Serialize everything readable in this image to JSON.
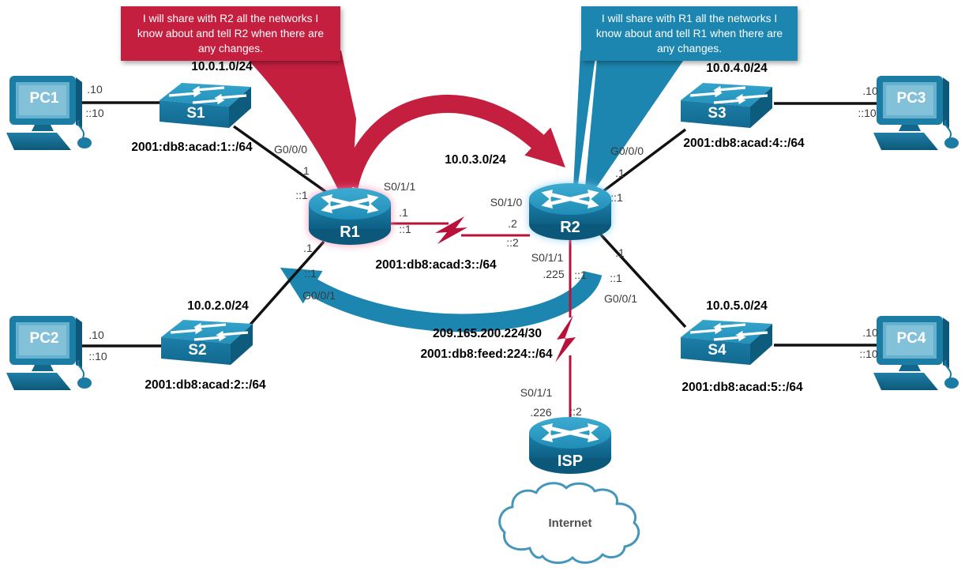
{
  "callouts": {
    "left": {
      "text": "I will share with R2 all the networks I know about and tell R2 when there are any changes.",
      "color": "#c41f3f"
    },
    "right": {
      "text": "I will share with R1 all the networks I know about and tell R1 when there are any changes.",
      "color": "#1d86b0"
    }
  },
  "devices": {
    "pc1": {
      "label": "PC1",
      "type": "pc"
    },
    "pc2": {
      "label": "PC2",
      "type": "pc"
    },
    "pc3": {
      "label": "PC3",
      "type": "pc"
    },
    "pc4": {
      "label": "PC4",
      "type": "pc"
    },
    "s1": {
      "label": "S1",
      "type": "switch"
    },
    "s2": {
      "label": "S2",
      "type": "switch"
    },
    "s3": {
      "label": "S3",
      "type": "switch"
    },
    "s4": {
      "label": "S4",
      "type": "switch"
    },
    "r1": {
      "label": "R1",
      "type": "router"
    },
    "r2": {
      "label": "R2",
      "type": "router"
    },
    "isp": {
      "label": "ISP",
      "type": "router"
    },
    "internet": {
      "label": "Internet",
      "type": "cloud"
    }
  },
  "networks": {
    "lan1": {
      "ipv4": "10.0.1.0/24",
      "ipv6": "2001:db8:acad:1::/64"
    },
    "lan2": {
      "ipv4": "10.0.2.0/24",
      "ipv6": "2001:db8:acad:2::/64"
    },
    "wan_r1_r2": {
      "ipv4": "10.0.3.0/24",
      "ipv6": "2001:db8:acad:3::/64"
    },
    "lan4": {
      "ipv4": "10.0.4.0/24",
      "ipv6": "2001:db8:acad:4::/64"
    },
    "lan5": {
      "ipv4": "10.0.5.0/24",
      "ipv6": "2001:db8:acad:5::/64"
    },
    "wan_r2_isp": {
      "ipv4": "209.165.200.224/30",
      "ipv6": "2001:db8:feed:224::/64"
    }
  },
  "addresses": {
    "pc1": {
      "v4": ".10",
      "v6": "::10"
    },
    "pc2": {
      "v4": ".10",
      "v6": "::10"
    },
    "pc3": {
      "v4": ".10",
      "v6": "::10"
    },
    "pc4": {
      "v4": ".10",
      "v6": "::10"
    },
    "r1_g000": {
      "iface": "G0/0/0",
      "v4": ".1",
      "v6": "::1"
    },
    "r1_g001": {
      "iface": "G0/0/1",
      "v4": ".1",
      "v6": "::1"
    },
    "r1_s011": {
      "iface": "S0/1/1",
      "v4": ".1",
      "v6": "::1"
    },
    "r2_s010": {
      "iface": "S0/1/0",
      "v4": ".2",
      "v6": "::2"
    },
    "r2_g000": {
      "iface": "G0/0/0",
      "v4": ".1",
      "v6": "::1"
    },
    "r2_g001": {
      "iface": "G0/0/1",
      "v4": ".1",
      "v6": "::1"
    },
    "r2_s011": {
      "iface": "S0/1/1",
      "v4": ".225",
      "v6": "::1"
    },
    "isp_s011": {
      "iface": "S0/1/1",
      "v4": ".226",
      "v6": "::2"
    }
  },
  "colors": {
    "red_accent": "#c41f3f",
    "blue_accent": "#1d86b0",
    "serial_link": "#b8123a",
    "ethernet_link": "#111111",
    "device_teal": "#1d82ab"
  }
}
